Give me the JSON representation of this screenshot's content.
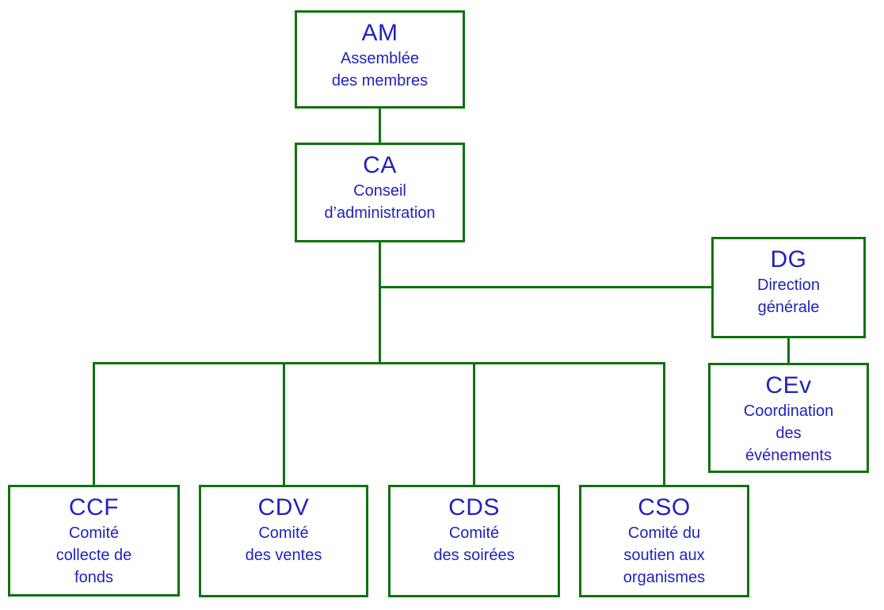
{
  "colors": {
    "box_border_green": "#0F720F",
    "text_blue": "#2222BD",
    "background": "#FFFFFF"
  },
  "org_chart": {
    "boxes": [
      {
        "id": "am",
        "acronym": "AM",
        "name": "Assemblée\ndes membres"
      },
      {
        "id": "ca",
        "acronym": "CA",
        "name": "Conseil\nd’administration"
      },
      {
        "id": "dg",
        "acronym": "DG",
        "name": "Direction\ngénérale"
      },
      {
        "id": "cev",
        "acronym": "CEv",
        "name": "Coordination\ndes\névénements"
      },
      {
        "id": "ccf",
        "acronym": "CCF",
        "name": "Comité\ncollecte de\nfonds"
      },
      {
        "id": "cdv",
        "acronym": "CDV",
        "name": "Comité\ndes ventes"
      },
      {
        "id": "cds",
        "acronym": "CDS",
        "name": "Comité\ndes soirées"
      },
      {
        "id": "cso",
        "acronym": "CSO",
        "name": "Comité du\nsoutien aux\norganismes"
      }
    ],
    "edges": [
      {
        "from": "AM",
        "to": "CA"
      },
      {
        "from": "CA",
        "to": "DG"
      },
      {
        "from": "CA",
        "to": "CCF"
      },
      {
        "from": "CA",
        "to": "CDV"
      },
      {
        "from": "CA",
        "to": "CDS"
      },
      {
        "from": "CA",
        "to": "CSO"
      },
      {
        "from": "DG",
        "to": "CEv"
      }
    ]
  }
}
